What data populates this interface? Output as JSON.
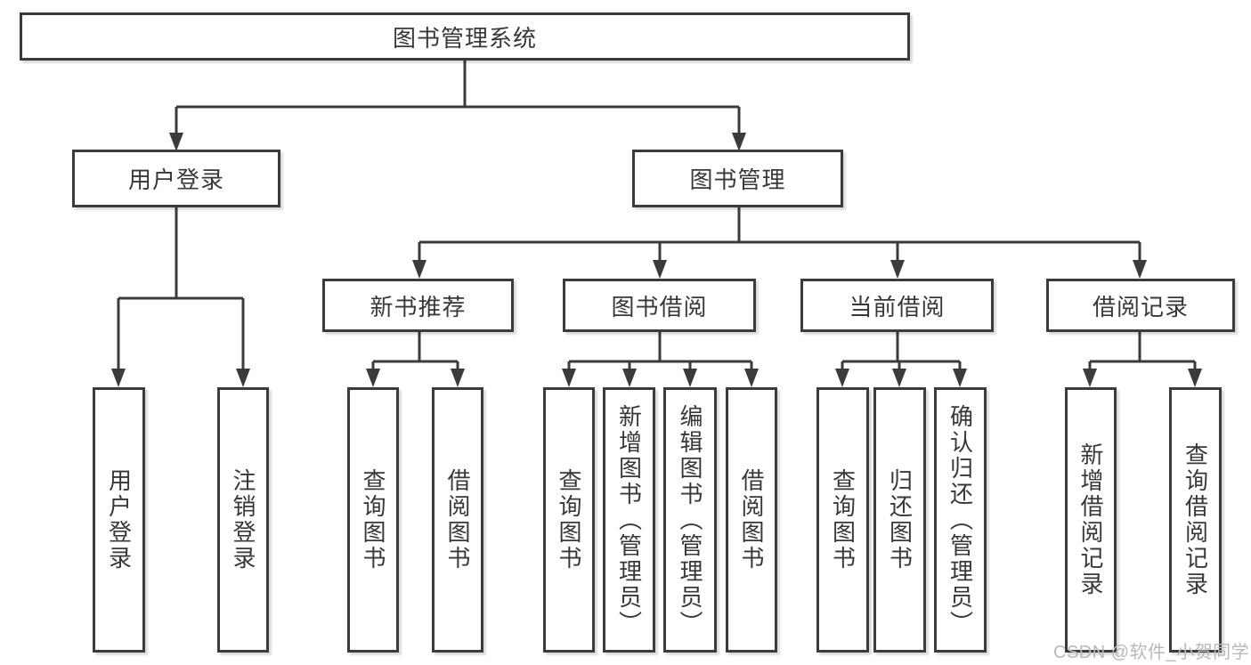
{
  "diagram": {
    "watermark": "CSDN @软件_小贺同学",
    "colors": {
      "line": "#3b3b3b",
      "box_border": "#3b3b3b",
      "box_background": "#ffffff",
      "text": "#383838",
      "watermark_text": "#b9b9b9"
    },
    "tree": {
      "label": "图书管理系统",
      "children": [
        {
          "label": "用户登录",
          "children": [
            {
              "label": "用户登录"
            },
            {
              "label": "注销登录"
            }
          ]
        },
        {
          "label": "图书管理",
          "children": [
            {
              "label": "新书推荐",
              "children": [
                {
                  "label": "查询图书"
                },
                {
                  "label": "借阅图书"
                }
              ]
            },
            {
              "label": "图书借阅",
              "children": [
                {
                  "label": "查询图书"
                },
                {
                  "label": "新增图书（管理员）"
                },
                {
                  "label": "编辑图书（管理员）"
                },
                {
                  "label": "借阅图书"
                }
              ]
            },
            {
              "label": "当前借阅",
              "children": [
                {
                  "label": "查询图书"
                },
                {
                  "label": "归还图书"
                },
                {
                  "label": "确认归还（管理员）"
                }
              ]
            },
            {
              "label": "借阅记录",
              "children": [
                {
                  "label": "新增借阅记录"
                },
                {
                  "label": "查询借阅记录"
                }
              ]
            }
          ]
        }
      ]
    }
  }
}
